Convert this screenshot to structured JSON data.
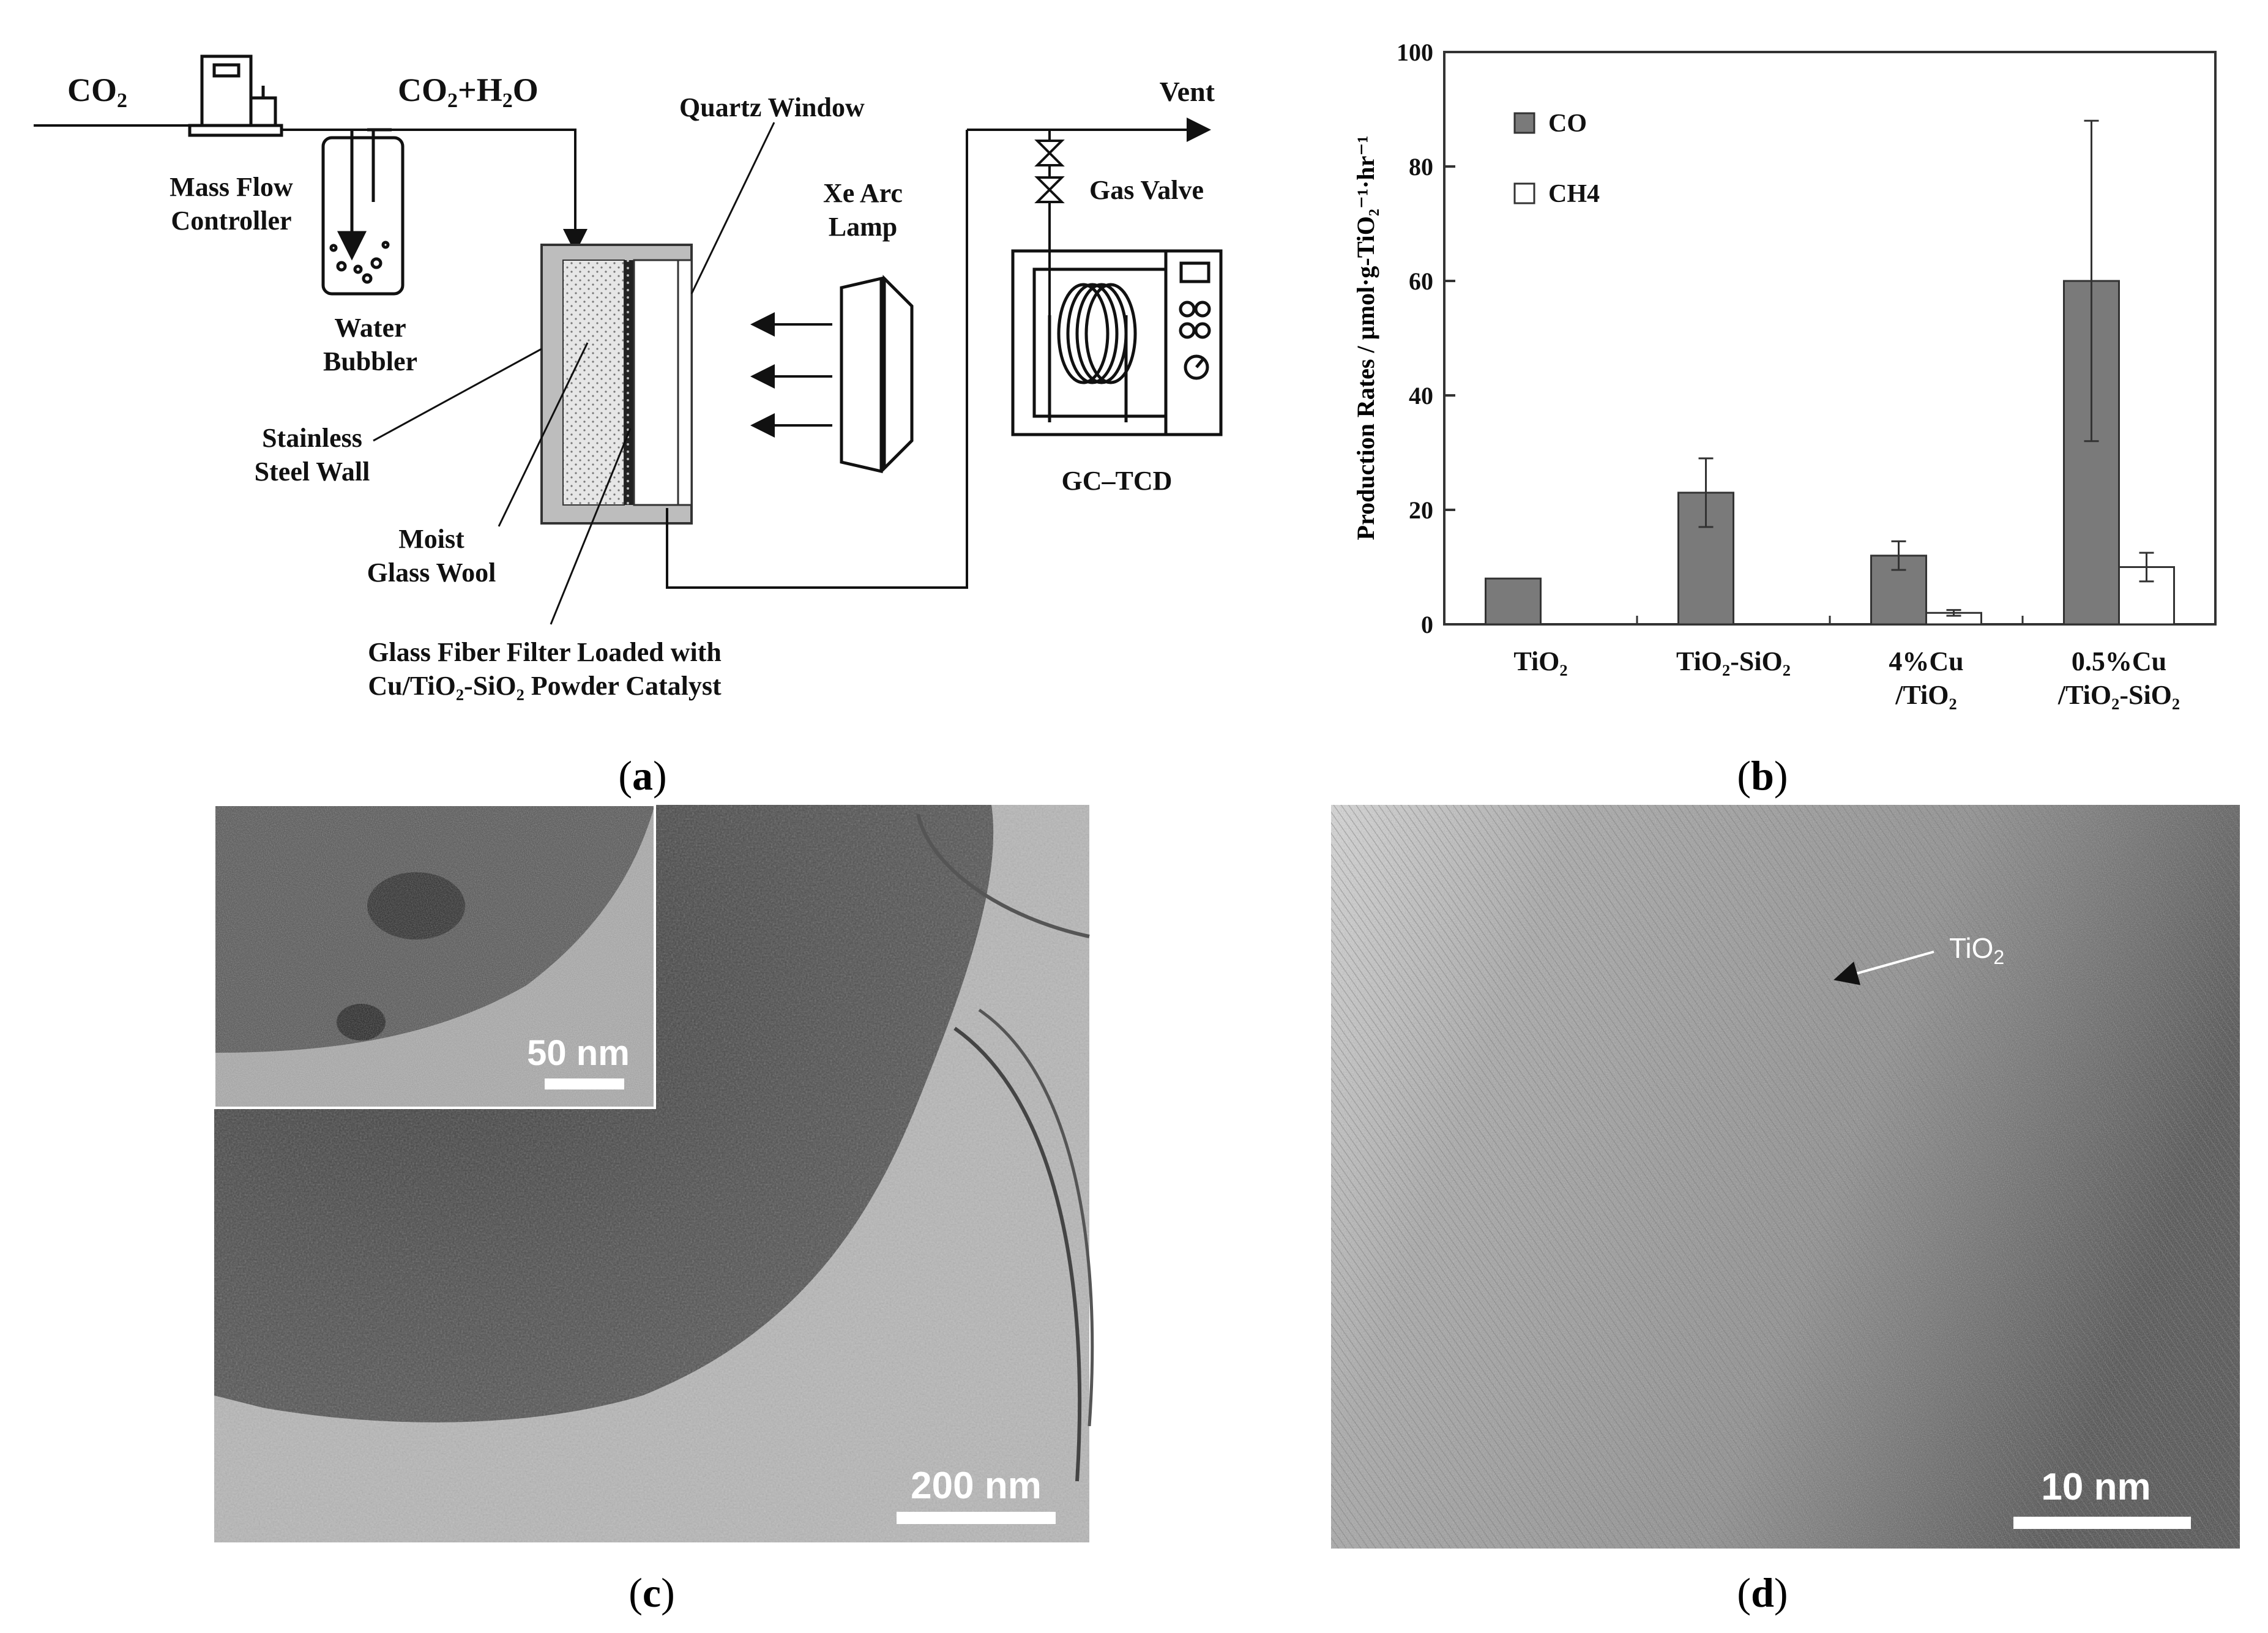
{
  "panels": {
    "a": {
      "caption": "a",
      "labels": {
        "co2_in": "CO",
        "co2_in_sub": "2",
        "co2_h2o": "CO",
        "co2_h2o_sub1": "2",
        "co2_h2o_mid": "+H",
        "co2_h2o_sub2": "2",
        "co2_h2o_end": "O",
        "mfc_line1": "Mass Flow",
        "mfc_line2": "Controller",
        "bubbler_line1": "Water",
        "bubbler_line2": "Bubbler",
        "quartz": "Quartz Window",
        "lamp_line1": "Xe Arc",
        "lamp_line2": "Lamp",
        "vent": "Vent",
        "gas_valve": "Gas Valve",
        "gc": "GC–TCD",
        "steel_line1": "Stainless",
        "steel_line2": "Steel Wall",
        "wool_line1": "Moist",
        "wool_line2": "Glass Wool",
        "filter_line1": "Glass Fiber Filter Loaded with",
        "filter_line2": "Cu/TiO₂-SiO₂ Powder Catalyst"
      }
    },
    "b": {
      "caption": "b"
    },
    "c": {
      "caption": "c",
      "scale_main": "200 nm",
      "scale_inset": "50 nm"
    },
    "d": {
      "caption": "d",
      "scale": "10 nm",
      "annotation": "TiO",
      "annotation_sub": "2"
    }
  },
  "chart_data": {
    "type": "bar",
    "ylabel": "Production Rates / µmol·g-TiO₂⁻¹·hr⁻¹",
    "ylim": [
      0,
      100
    ],
    "yticks": [
      "0",
      "20",
      "40",
      "60",
      "80",
      "100"
    ],
    "categories": [
      [
        "TiO",
        "2",
        ""
      ],
      [
        "TiO",
        "2",
        "-SiO",
        "2"
      ],
      [
        "4%Cu",
        "/TiO",
        "2"
      ],
      [
        "0.5%Cu",
        "/TiO",
        "2",
        "-SiO",
        "2"
      ]
    ],
    "category_lines": [
      [
        "TiO₂"
      ],
      [
        "TiO₂-SiO₂"
      ],
      [
        "4%Cu",
        "/TiO₂"
      ],
      [
        "0.5%Cu",
        "/TiO₂-SiO₂"
      ]
    ],
    "series": [
      {
        "name": "CO",
        "color": "#7a7a7a",
        "values": [
          8,
          23,
          12,
          60
        ],
        "errors": [
          0,
          6,
          2.5,
          28
        ]
      },
      {
        "name": "CH4",
        "color": "#ffffff",
        "values": [
          null,
          null,
          2,
          10
        ],
        "errors": [
          null,
          null,
          0.5,
          2.5
        ]
      }
    ],
    "legend": "top-left"
  }
}
